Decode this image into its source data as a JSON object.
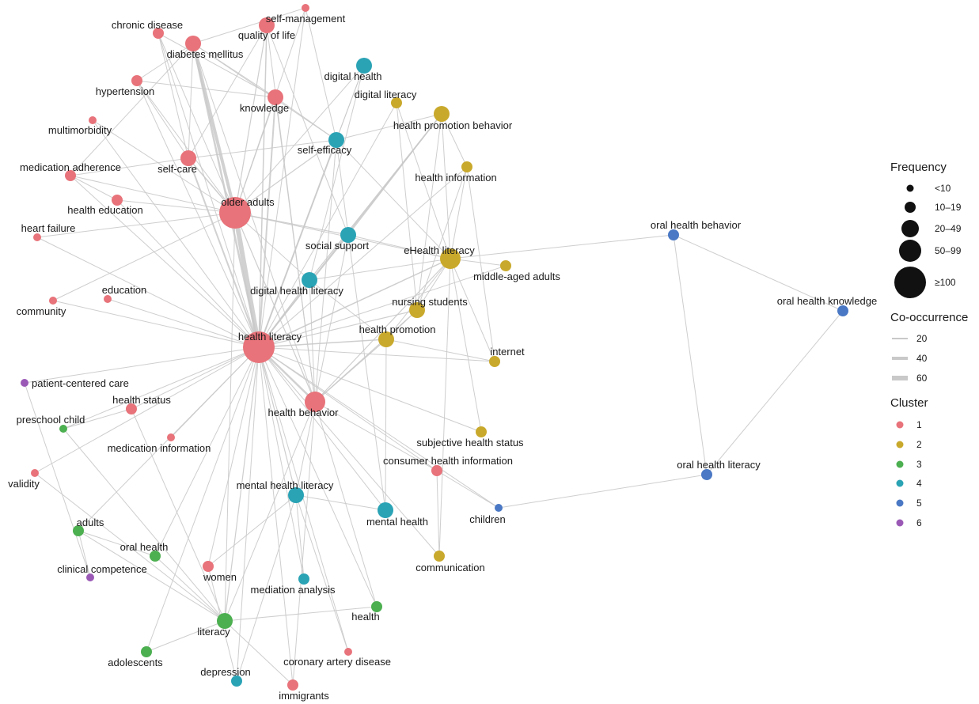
{
  "cluster_colors": {
    "1": "#e8737a",
    "2": "#c9a92c",
    "3": "#4caf50",
    "4": "#2aa3b5",
    "5": "#4a78c4",
    "6": "#9b59b6"
  },
  "nodes": [
    {
      "id": "chronic disease",
      "cluster": 1,
      "freq": 12
    },
    {
      "id": "self-management",
      "cluster": 1,
      "freq": 8
    },
    {
      "id": "quality of life",
      "cluster": 1,
      "freq": 20
    },
    {
      "id": "diabetes mellitus",
      "cluster": 1,
      "freq": 25
    },
    {
      "id": "digital health",
      "cluster": 4,
      "freq": 25
    },
    {
      "id": "digital literacy",
      "cluster": 2,
      "freq": 12
    },
    {
      "id": "hypertension",
      "cluster": 1,
      "freq": 12
    },
    {
      "id": "knowledge",
      "cluster": 1,
      "freq": 30
    },
    {
      "id": "health promotion behavior",
      "cluster": 2,
      "freq": 30
    },
    {
      "id": "multimorbidity",
      "cluster": 1,
      "freq": 6
    },
    {
      "id": "self-efficacy",
      "cluster": 4,
      "freq": 25
    },
    {
      "id": "medication adherence",
      "cluster": 1,
      "freq": 14
    },
    {
      "id": "self-care",
      "cluster": 1,
      "freq": 30
    },
    {
      "id": "health information",
      "cluster": 2,
      "freq": 12
    },
    {
      "id": "health education",
      "cluster": 1,
      "freq": 12
    },
    {
      "id": "older adults",
      "cluster": 1,
      "freq": 100
    },
    {
      "id": "heart failure",
      "cluster": 1,
      "freq": 6
    },
    {
      "id": "social support",
      "cluster": 4,
      "freq": 25
    },
    {
      "id": "eHealth literacy",
      "cluster": 2,
      "freq": 50
    },
    {
      "id": "middle-aged adults",
      "cluster": 2,
      "freq": 12
    },
    {
      "id": "oral health behavior",
      "cluster": 5,
      "freq": 12
    },
    {
      "id": "digital health literacy",
      "cluster": 4,
      "freq": 25
    },
    {
      "id": "education",
      "cluster": 1,
      "freq": 6
    },
    {
      "id": "community",
      "cluster": 1,
      "freq": 6
    },
    {
      "id": "nursing students",
      "cluster": 2,
      "freq": 30
    },
    {
      "id": "oral health knowledge",
      "cluster": 5,
      "freq": 12
    },
    {
      "id": "health literacy",
      "cluster": 1,
      "freq": 100
    },
    {
      "id": "health promotion",
      "cluster": 2,
      "freq": 25
    },
    {
      "id": "internet",
      "cluster": 2,
      "freq": 12
    },
    {
      "id": "patient-centered care",
      "cluster": 6,
      "freq": 6
    },
    {
      "id": "health status",
      "cluster": 1,
      "freq": 12
    },
    {
      "id": "health behavior",
      "cluster": 1,
      "freq": 50
    },
    {
      "id": "preschool child",
      "cluster": 3,
      "freq": 6
    },
    {
      "id": "medication information",
      "cluster": 1,
      "freq": 6
    },
    {
      "id": "subjective health status",
      "cluster": 2,
      "freq": 12
    },
    {
      "id": "validity",
      "cluster": 1,
      "freq": 6
    },
    {
      "id": "consumer health information",
      "cluster": 1,
      "freq": 12
    },
    {
      "id": "oral health literacy",
      "cluster": 5,
      "freq": 12
    },
    {
      "id": "mental health literacy",
      "cluster": 4,
      "freq": 25
    },
    {
      "id": "mental health",
      "cluster": 4,
      "freq": 25
    },
    {
      "id": "children",
      "cluster": 5,
      "freq": 6
    },
    {
      "id": "adults",
      "cluster": 3,
      "freq": 14
    },
    {
      "id": "oral health",
      "cluster": 3,
      "freq": 12
    },
    {
      "id": "communication",
      "cluster": 2,
      "freq": 12
    },
    {
      "id": "clinical competence",
      "cluster": 6,
      "freq": 6
    },
    {
      "id": "women",
      "cluster": 1,
      "freq": 12
    },
    {
      "id": "mediation analysis",
      "cluster": 4,
      "freq": 12
    },
    {
      "id": "health",
      "cluster": 3,
      "freq": 12
    },
    {
      "id": "literacy",
      "cluster": 3,
      "freq": 30
    },
    {
      "id": "adolescents",
      "cluster": 3,
      "freq": 12
    },
    {
      "id": "coronary artery disease",
      "cluster": 1,
      "freq": 6
    },
    {
      "id": "depression",
      "cluster": 4,
      "freq": 12
    },
    {
      "id": "immigrants",
      "cluster": 1,
      "freq": 12
    }
  ],
  "edges": [
    {
      "s": "health literacy",
      "t": "older adults",
      "w": 60
    },
    {
      "s": "older adults",
      "t": "diabetes mellitus",
      "w": 40
    },
    {
      "s": "health literacy",
      "t": "diabetes mellitus",
      "w": 25
    },
    {
      "s": "health literacy",
      "t": "health behavior",
      "w": 25
    },
    {
      "s": "health literacy",
      "t": "self-care",
      "w": 20
    },
    {
      "s": "health literacy",
      "t": "knowledge",
      "w": 20
    },
    {
      "s": "health literacy",
      "t": "self-efficacy",
      "w": 20
    },
    {
      "s": "health literacy",
      "t": "quality of life",
      "w": 15
    },
    {
      "s": "health literacy",
      "t": "eHealth literacy",
      "w": 15
    },
    {
      "s": "health literacy",
      "t": "health promotion",
      "w": 15
    },
    {
      "s": "health literacy",
      "t": "health promotion behavior",
      "w": 15
    },
    {
      "s": "health literacy",
      "t": "nursing students",
      "w": 12
    },
    {
      "s": "health literacy",
      "t": "social support",
      "w": 12
    },
    {
      "s": "health literacy",
      "t": "digital health literacy",
      "w": 12
    },
    {
      "s": "health literacy",
      "t": "mental health literacy",
      "w": 12
    },
    {
      "s": "health literacy",
      "t": "chronic disease",
      "w": 10
    },
    {
      "s": "health literacy",
      "t": "self-management",
      "w": 10
    },
    {
      "s": "health literacy",
      "t": "hypertension",
      "w": 10
    },
    {
      "s": "health literacy",
      "t": "multimorbidity",
      "w": 8
    },
    {
      "s": "health literacy",
      "t": "medication adherence",
      "w": 10
    },
    {
      "s": "health literacy",
      "t": "health education",
      "w": 10
    },
    {
      "s": "health literacy",
      "t": "heart failure",
      "w": 8
    },
    {
      "s": "health literacy",
      "t": "education",
      "w": 8
    },
    {
      "s": "health literacy",
      "t": "community",
      "w": 8
    },
    {
      "s": "health literacy",
      "t": "patient-centered care",
      "w": 8
    },
    {
      "s": "health literacy",
      "t": "health status",
      "w": 10
    },
    {
      "s": "health literacy",
      "t": "preschool child",
      "w": 8
    },
    {
      "s": "health literacy",
      "t": "medication information",
      "w": 8
    },
    {
      "s": "health literacy",
      "t": "validity",
      "w": 8
    },
    {
      "s": "health literacy",
      "t": "adults",
      "w": 8
    },
    {
      "s": "health literacy",
      "t": "oral health",
      "w": 8
    },
    {
      "s": "health literacy",
      "t": "literacy",
      "w": 12
    },
    {
      "s": "health literacy",
      "t": "women",
      "w": 8
    },
    {
      "s": "health literacy",
      "t": "mediation analysis",
      "w": 8
    },
    {
      "s": "health literacy",
      "t": "health",
      "w": 8
    },
    {
      "s": "health literacy",
      "t": "depression",
      "w": 8
    },
    {
      "s": "health literacy",
      "t": "immigrants",
      "w": 8
    },
    {
      "s": "health literacy",
      "t": "coronary artery disease",
      "w": 8
    },
    {
      "s": "health literacy",
      "t": "adolescents",
      "w": 8
    },
    {
      "s": "health literacy",
      "t": "mental health",
      "w": 10
    },
    {
      "s": "health literacy",
      "t": "communication",
      "w": 8
    },
    {
      "s": "health literacy",
      "t": "children",
      "w": 8
    },
    {
      "s": "health literacy",
      "t": "consumer health information",
      "w": 10
    },
    {
      "s": "health literacy",
      "t": "subjective health status",
      "w": 8
    },
    {
      "s": "health literacy",
      "t": "internet",
      "w": 8
    },
    {
      "s": "health literacy",
      "t": "middle-aged adults",
      "w": 8
    },
    {
      "s": "health literacy",
      "t": "health information",
      "w": 10
    },
    {
      "s": "health literacy",
      "t": "digital literacy",
      "w": 10
    },
    {
      "s": "health literacy",
      "t": "digital health",
      "w": 10
    },
    {
      "s": "older adults",
      "t": "quality of life",
      "w": 12
    },
    {
      "s": "older adults",
      "t": "self-management",
      "w": 10
    },
    {
      "s": "older adults",
      "t": "chronic disease",
      "w": 10
    },
    {
      "s": "older adults",
      "t": "hypertension",
      "w": 10
    },
    {
      "s": "older adults",
      "t": "multimorbidity",
      "w": 8
    },
    {
      "s": "older adults",
      "t": "medication adherence",
      "w": 10
    },
    {
      "s": "older adults",
      "t": "self-care",
      "w": 15
    },
    {
      "s": "older adults",
      "t": "knowledge",
      "w": 12
    },
    {
      "s": "older adults",
      "t": "health education",
      "w": 8
    },
    {
      "s": "older adults",
      "t": "self-efficacy",
      "w": 12
    },
    {
      "s": "older adults",
      "t": "digital health",
      "w": 8
    },
    {
      "s": "older adults",
      "t": "social support",
      "w": 12
    },
    {
      "s": "older adults",
      "t": "eHealth literacy",
      "w": 10
    },
    {
      "s": "older adults",
      "t": "digital health literacy",
      "w": 10
    },
    {
      "s": "older adults",
      "t": "heart failure",
      "w": 8
    },
    {
      "s": "older adults",
      "t": "community",
      "w": 8
    },
    {
      "s": "older adults",
      "t": "health behavior",
      "w": 12
    },
    {
      "s": "older adults",
      "t": "literacy",
      "w": 8
    },
    {
      "s": "diabetes mellitus",
      "t": "self-care",
      "w": 10
    },
    {
      "s": "diabetes mellitus",
      "t": "knowledge",
      "w": 10
    },
    {
      "s": "diabetes mellitus",
      "t": "self-management",
      "w": 8
    },
    {
      "s": "diabetes mellitus",
      "t": "hypertension",
      "w": 8
    },
    {
      "s": "diabetes mellitus",
      "t": "self-efficacy",
      "w": 8
    },
    {
      "s": "diabetes mellitus",
      "t": "health behavior",
      "w": 8
    },
    {
      "s": "diabetes mellitus",
      "t": "medication adherence",
      "w": 8
    },
    {
      "s": "chronic disease",
      "t": "self-care",
      "w": 8
    },
    {
      "s": "chronic disease",
      "t": "knowledge",
      "w": 8
    },
    {
      "s": "quality of life",
      "t": "self-care",
      "w": 8
    },
    {
      "s": "quality of life",
      "t": "health behavior",
      "w": 8
    },
    {
      "s": "quality of life",
      "t": "social support",
      "w": 8
    },
    {
      "s": "self-management",
      "t": "self-efficacy",
      "w": 8
    },
    {
      "s": "hypertension",
      "t": "self-care",
      "w": 8
    },
    {
      "s": "hypertension",
      "t": "knowledge",
      "w": 8
    },
    {
      "s": "knowledge",
      "t": "self-efficacy",
      "w": 8
    },
    {
      "s": "knowledge",
      "t": "health behavior",
      "w": 8
    },
    {
      "s": "self-care",
      "t": "self-efficacy",
      "w": 10
    },
    {
      "s": "self-care",
      "t": "medication adherence",
      "w": 8
    },
    {
      "s": "medication adherence",
      "t": "health education",
      "w": 8
    },
    {
      "s": "digital health",
      "t": "digital health literacy",
      "w": 8
    },
    {
      "s": "digital health",
      "t": "self-efficacy",
      "w": 8
    },
    {
      "s": "digital literacy",
      "t": "eHealth literacy",
      "w": 8
    },
    {
      "s": "digital literacy",
      "t": "nursing students",
      "w": 8
    },
    {
      "s": "self-efficacy",
      "t": "health promotion behavior",
      "w": 10
    },
    {
      "s": "self-efficacy",
      "t": "social support",
      "w": 8
    },
    {
      "s": "self-efficacy",
      "t": "eHealth literacy",
      "w": 10
    },
    {
      "s": "self-efficacy",
      "t": "health behavior",
      "w": 8
    },
    {
      "s": "health promotion behavior",
      "t": "eHealth literacy",
      "w": 10
    },
    {
      "s": "health promotion behavior",
      "t": "health information",
      "w": 8
    },
    {
      "s": "health promotion behavior",
      "t": "nursing students",
      "w": 8
    },
    {
      "s": "health promotion behavior",
      "t": "social support",
      "w": 10
    },
    {
      "s": "health promotion behavior",
      "t": "digital health literacy",
      "w": 12
    },
    {
      "s": "health information",
      "t": "eHealth literacy",
      "w": 8
    },
    {
      "s": "health information",
      "t": "internet",
      "w": 8
    },
    {
      "s": "health information",
      "t": "nursing students",
      "w": 8
    },
    {
      "s": "social support",
      "t": "eHealth literacy",
      "w": 10
    },
    {
      "s": "social support",
      "t": "health behavior",
      "w": 8
    },
    {
      "s": "eHealth literacy",
      "t": "middle-aged adults",
      "w": 8
    },
    {
      "s": "eHealth literacy",
      "t": "nursing students",
      "w": 10
    },
    {
      "s": "eHealth literacy",
      "t": "health promotion",
      "w": 10
    },
    {
      "s": "eHealth literacy",
      "t": "health behavior",
      "w": 12
    },
    {
      "s": "eHealth literacy",
      "t": "internet",
      "w": 8
    },
    {
      "s": "eHealth literacy",
      "t": "oral health behavior",
      "w": 8
    },
    {
      "s": "eHealth literacy",
      "t": "digital health literacy",
      "w": 8
    },
    {
      "s": "eHealth literacy",
      "t": "subjective health status",
      "w": 8
    },
    {
      "s": "eHealth literacy",
      "t": "communication",
      "w": 8
    },
    {
      "s": "digital health literacy",
      "t": "health promotion",
      "w": 8
    },
    {
      "s": "digital health literacy",
      "t": "health behavior",
      "w": 8
    },
    {
      "s": "nursing students",
      "t": "health promotion",
      "w": 8
    },
    {
      "s": "nursing students",
      "t": "health behavior",
      "w": 10
    },
    {
      "s": "health promotion",
      "t": "health behavior",
      "w": 12
    },
    {
      "s": "health promotion",
      "t": "mental health",
      "w": 8
    },
    {
      "s": "health promotion",
      "t": "internet",
      "w": 8
    },
    {
      "s": "health behavior",
      "t": "mental health literacy",
      "w": 8
    },
    {
      "s": "health behavior",
      "t": "health",
      "w": 8
    },
    {
      "s": "health behavior",
      "t": "consumer health information",
      "w": 8
    },
    {
      "s": "oral health behavior",
      "t": "oral health knowledge",
      "w": 8
    },
    {
      "s": "oral health behavior",
      "t": "oral health literacy",
      "w": 8
    },
    {
      "s": "oral health knowledge",
      "t": "oral health literacy",
      "w": 8
    },
    {
      "s": "oral health literacy",
      "t": "children",
      "w": 8
    },
    {
      "s": "mental health literacy",
      "t": "mental health",
      "w": 10
    },
    {
      "s": "mental health literacy",
      "t": "mediation analysis",
      "w": 8
    },
    {
      "s": "mental health literacy",
      "t": "depression",
      "w": 8
    },
    {
      "s": "mental health literacy",
      "t": "women",
      "w": 8
    },
    {
      "s": "mental health literacy",
      "t": "coronary artery disease",
      "w": 8
    },
    {
      "s": "consumer health information",
      "t": "communication",
      "w": 8
    },
    {
      "s": "consumer health information",
      "t": "children",
      "w": 8
    },
    {
      "s": "patient-centered care",
      "t": "clinical competence",
      "w": 8
    },
    {
      "s": "health status",
      "t": "literacy",
      "w": 8
    },
    {
      "s": "health status",
      "t": "preschool child",
      "w": 8
    },
    {
      "s": "preschool child",
      "t": "literacy",
      "w": 8
    },
    {
      "s": "adults",
      "t": "oral health",
      "w": 8
    },
    {
      "s": "adults",
      "t": "clinical competence",
      "w": 8
    },
    {
      "s": "adults",
      "t": "literacy",
      "w": 8
    },
    {
      "s": "oral health",
      "t": "literacy",
      "w": 8
    },
    {
      "s": "literacy",
      "t": "health",
      "w": 8
    },
    {
      "s": "literacy",
      "t": "adolescents",
      "w": 8
    },
    {
      "s": "literacy",
      "t": "immigrants",
      "w": 8
    },
    {
      "s": "literacy",
      "t": "validity",
      "w": 8
    },
    {
      "s": "women",
      "t": "depression",
      "w": 8
    },
    {
      "s": "health behavior",
      "t": "immigrants",
      "w": 8
    },
    {
      "s": "health behavior",
      "t": "literacy",
      "w": 8
    },
    {
      "s": "social support",
      "t": "mental health",
      "w": 8
    }
  ],
  "legend": {
    "frequency": {
      "title": "Frequency",
      "items": [
        {
          "label": "<10",
          "freq": 6
        },
        {
          "label": "10–19",
          "freq": 12
        },
        {
          "label": "20–49",
          "freq": 25
        },
        {
          "label": "50–99",
          "freq": 50
        },
        {
          "label": "≥100",
          "freq": 100
        }
      ]
    },
    "cooccurrence": {
      "title": "Co-occurrence",
      "items": [
        {
          "label": "20",
          "w": 20
        },
        {
          "label": "40",
          "w": 40
        },
        {
          "label": "60",
          "w": 60
        }
      ]
    },
    "cluster": {
      "title": "Cluster",
      "items": [
        {
          "label": "1",
          "cluster": 1
        },
        {
          "label": "2",
          "cluster": 2
        },
        {
          "label": "3",
          "cluster": 3
        },
        {
          "label": "4",
          "cluster": 4
        },
        {
          "label": "5",
          "cluster": 5
        },
        {
          "label": "6",
          "cluster": 6
        }
      ]
    }
  }
}
